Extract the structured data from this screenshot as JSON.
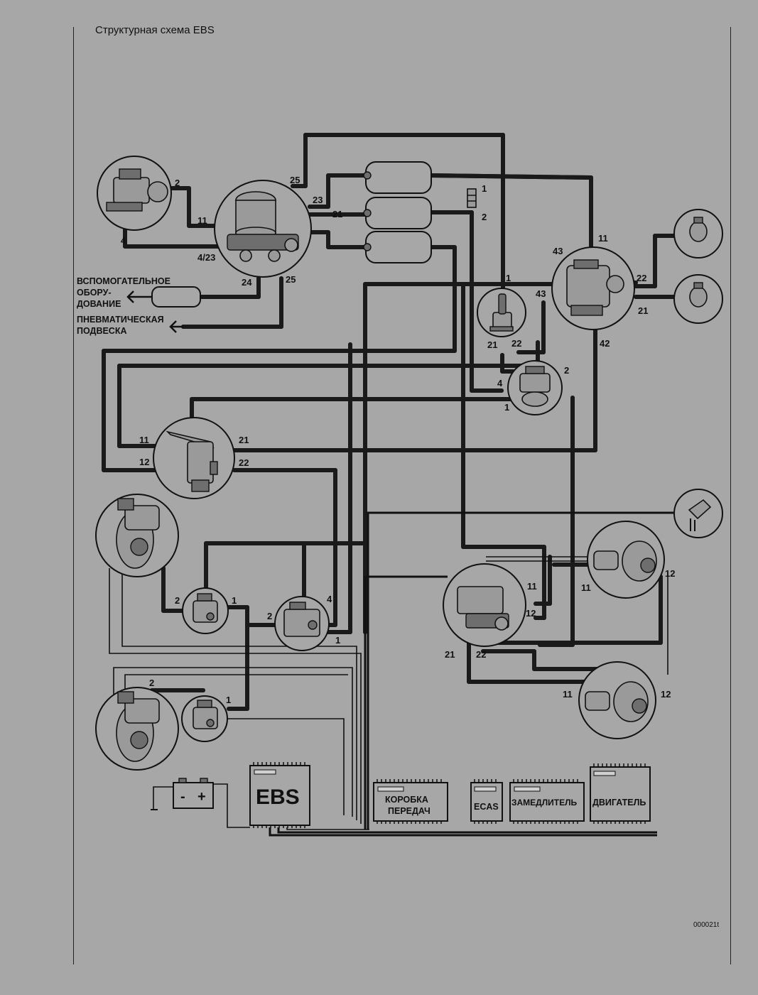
{
  "page": {
    "title": "Структурная схема EBS",
    "code": "000021t"
  },
  "diagram": {
    "aux_equipment_label": [
      "ВСПОМОГАТЕЛЬНОЕ",
      "ОБОРУ-",
      "ДОВАНИЕ"
    ],
    "air_suspension_label": [
      "ПНЕВМАТИЧЕСКАЯ",
      "ПОДВЕСКА"
    ],
    "ports": {
      "compressor": [
        "2",
        "4"
      ],
      "dryer": [
        "11",
        "4/23",
        "24",
        "25",
        "25",
        "23",
        "21"
      ],
      "filter": [
        "1",
        "2"
      ],
      "trailer_valve": [
        "43",
        "11",
        "22",
        "43",
        "21",
        "42"
      ],
      "hand_valve": [
        "1",
        "21",
        "22"
      ],
      "relay_valve": [
        "2",
        "4",
        "1"
      ],
      "foot_valve": [
        "11",
        "21",
        "12",
        "22"
      ],
      "front_valve_left": [
        "2",
        "1"
      ],
      "front_modulator": [
        "2",
        "4",
        "1"
      ],
      "rear_valve_left": [
        "2",
        "1"
      ],
      "rear_modulator": [
        "11",
        "12",
        "21",
        "22"
      ],
      "rear_brake_top": [
        "11",
        "12"
      ],
      "rear_brake_bottom": [
        "11",
        "12"
      ]
    },
    "modules": {
      "ebs": "EBS",
      "gearbox": [
        "КОРОБКА",
        "ПЕРЕДАЧ"
      ],
      "ecas": "ECAS",
      "retarder": "ЗАМЕДЛИТЕЛЬ",
      "engine": "ДВИГАТЕЛЬ"
    },
    "battery": {
      "minus": "-",
      "plus": "+"
    }
  }
}
